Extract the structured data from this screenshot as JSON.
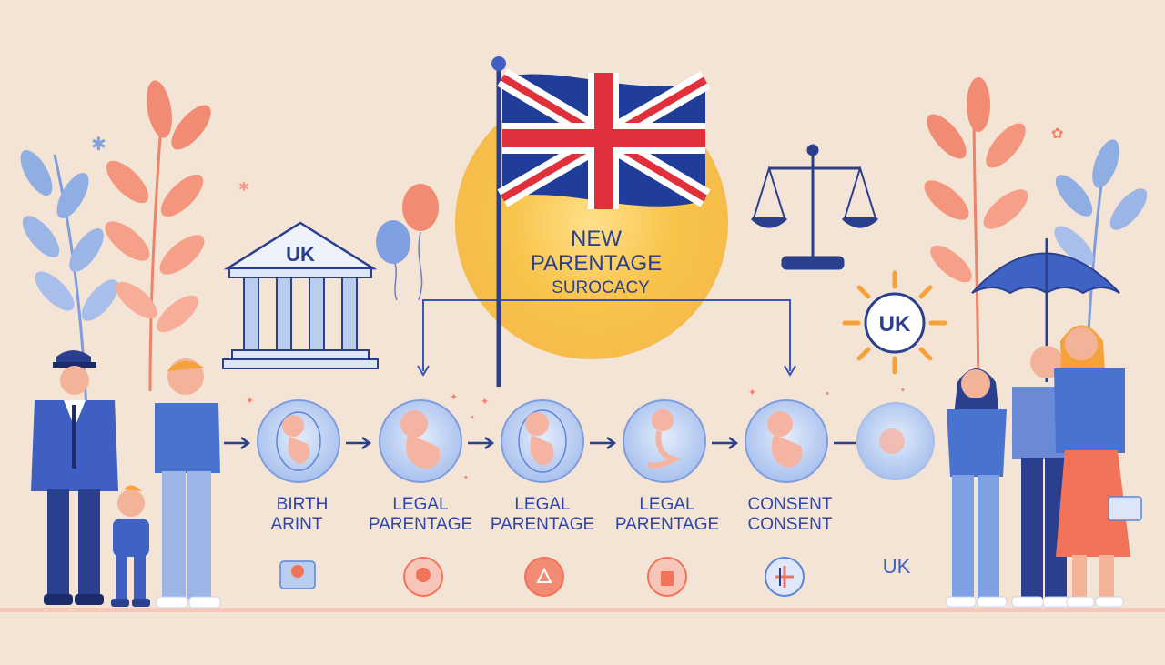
{
  "header": {
    "line1": "NEW",
    "line2": "PARENTAGE",
    "line3": "SUROCACY"
  },
  "building": {
    "label": "UK"
  },
  "sun_badge": {
    "label": "UK"
  },
  "bottom_label": "UK",
  "steps": [
    {
      "line1": "BIRTH",
      "line2": "ARINT"
    },
    {
      "line1": "LEGAL",
      "line2": "PARENTAGE"
    },
    {
      "line1": "LEGAL",
      "line2": "PARENTAGE"
    },
    {
      "line1": "LEGAL",
      "line2": "PARENTAGE"
    },
    {
      "line1": "CONSENT",
      "line2": "CONSENT"
    }
  ],
  "colors": {
    "background": "#f3e4d6",
    "navy": "#2b3f8f",
    "blue": "#5b86d6",
    "light_blue": "#b9cdef",
    "coral": "#f0735a",
    "sun": "#f6c14b",
    "flag_red": "#e0303c",
    "flag_blue": "#1f3d99"
  },
  "icons": [
    "flag-icon",
    "scales-icon",
    "building-icon",
    "umbrella-icon",
    "balloon-icon",
    "baby-icon",
    "sun-icon"
  ]
}
